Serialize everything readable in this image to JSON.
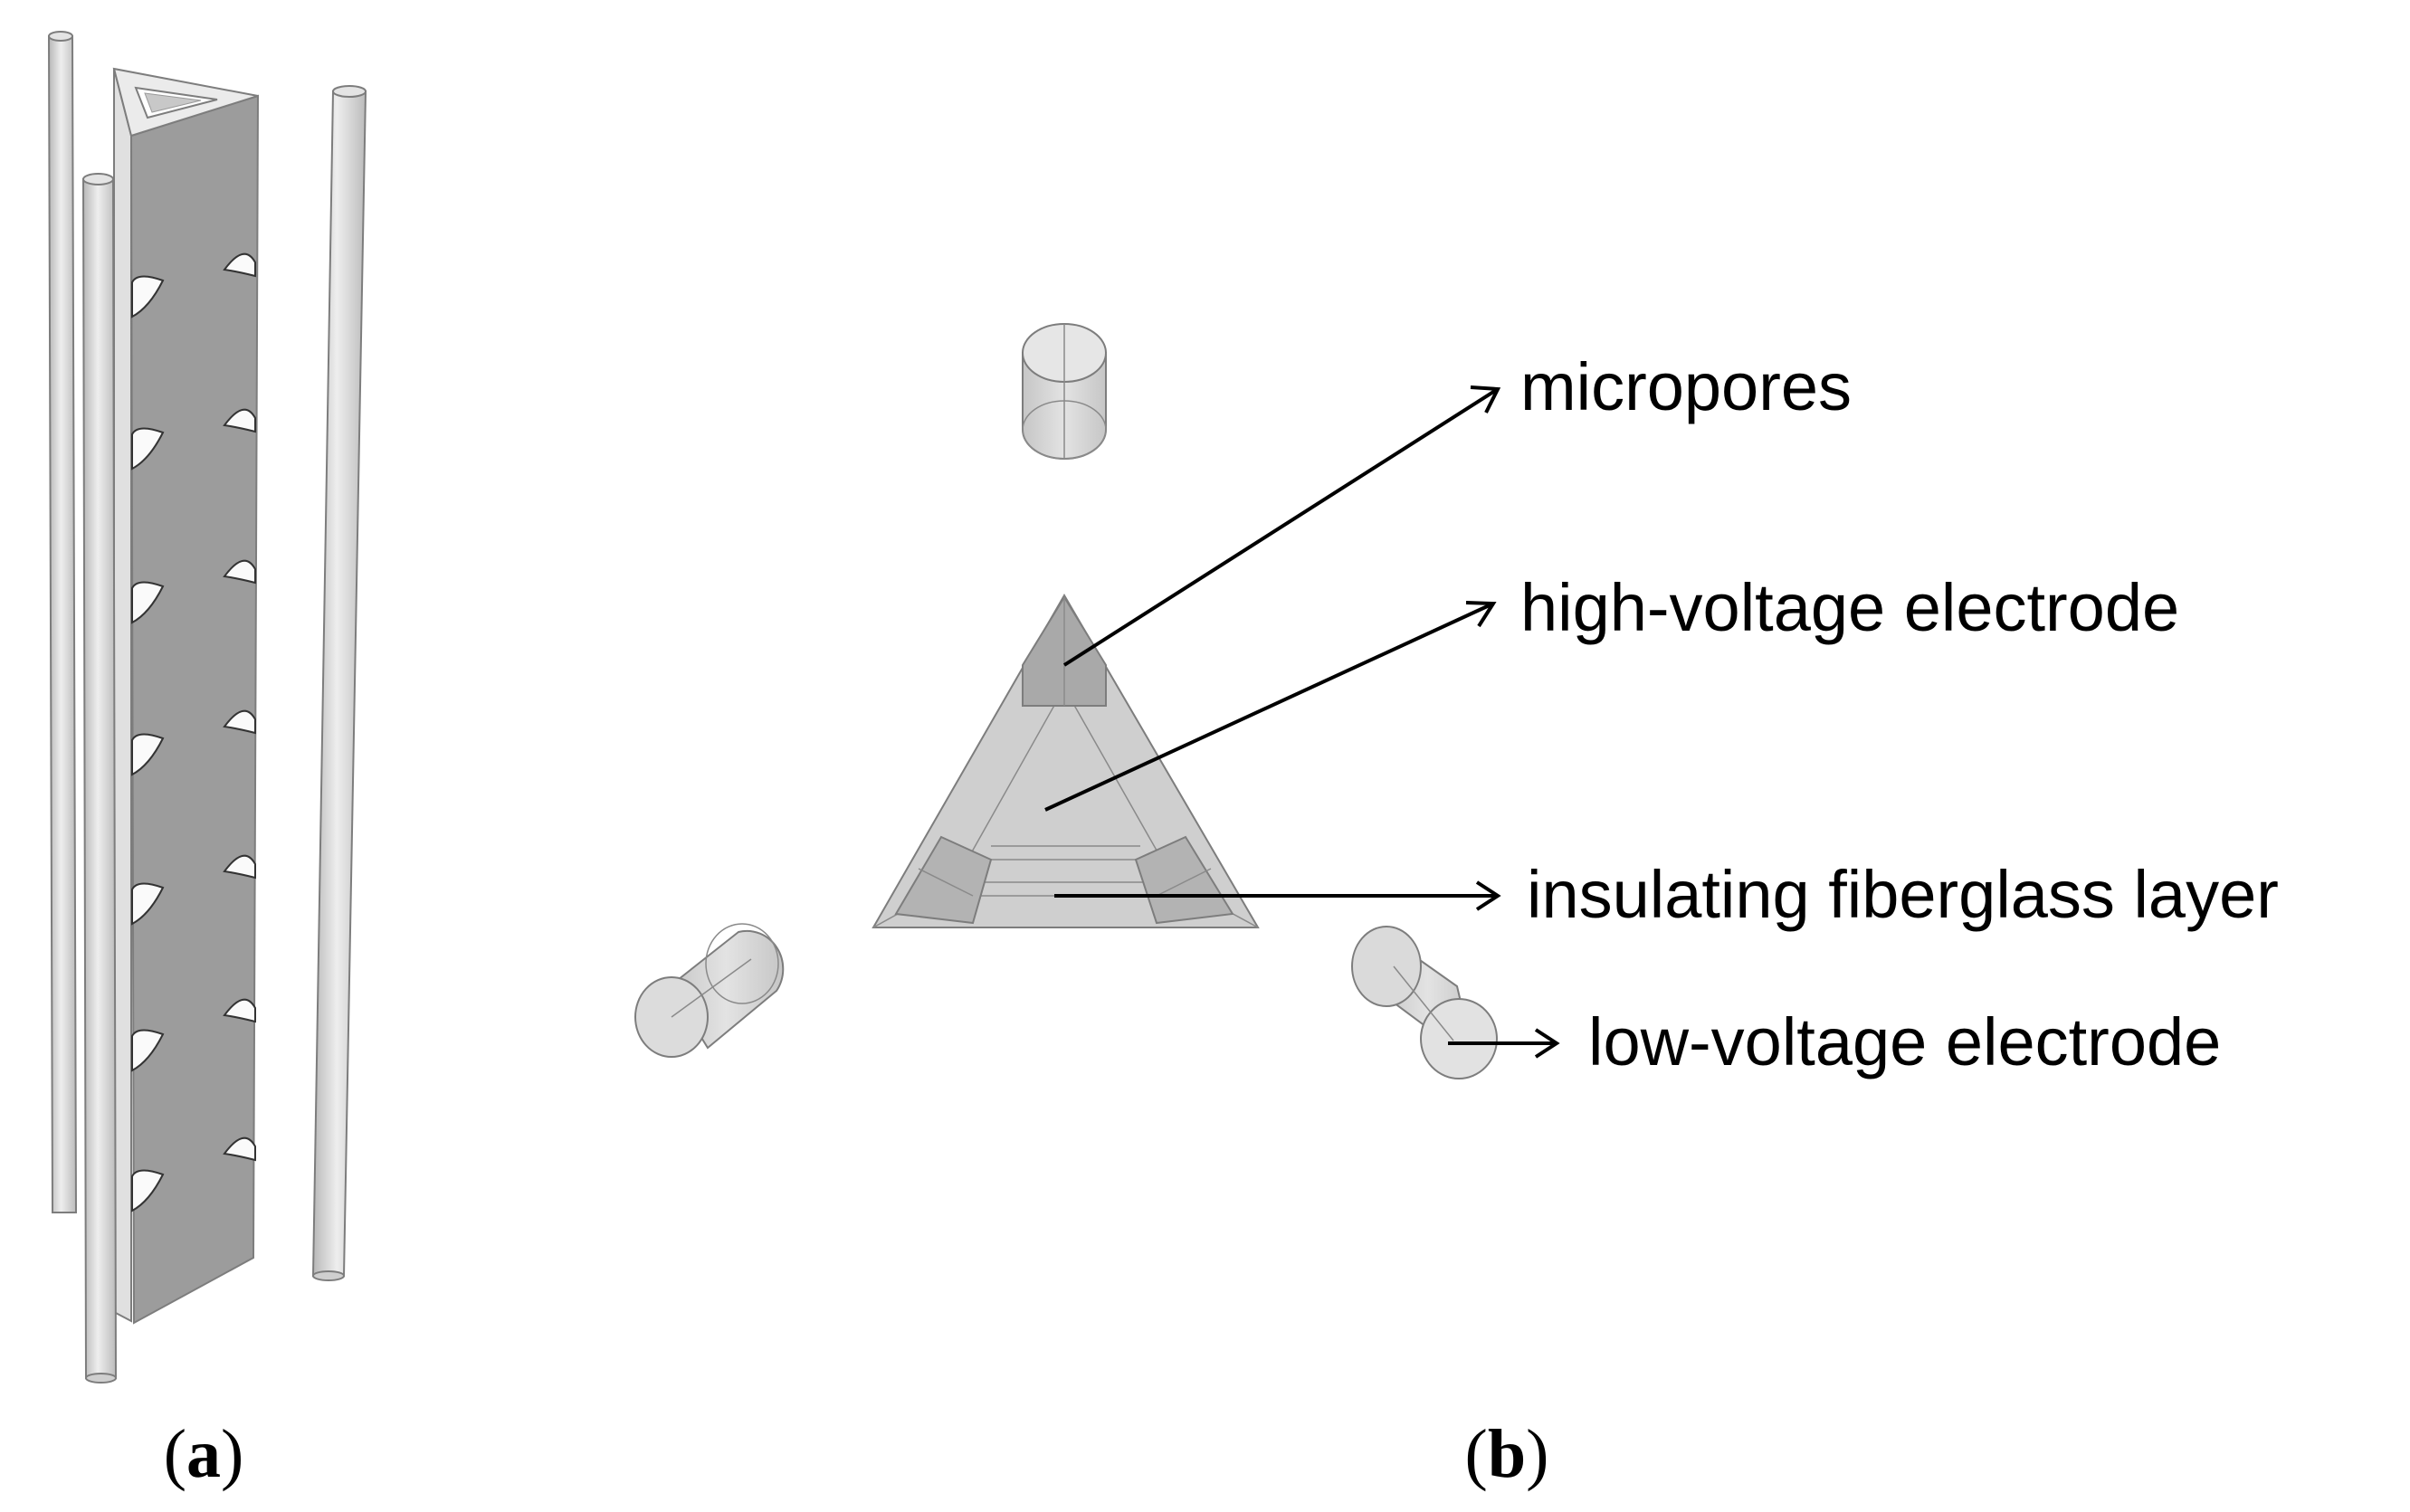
{
  "panels": {
    "a": {
      "caption_open": "(",
      "caption_letter": "a",
      "caption_close": ")"
    },
    "b": {
      "caption_open": "(",
      "caption_letter": "b",
      "caption_close": ")"
    }
  },
  "labels": {
    "micropores": "micropores",
    "high_voltage_electrode": "high-voltage electrode",
    "insulating_layer": "insulating fiberglass layer",
    "low_voltage_electrode": "low-voltage electrode"
  },
  "colors": {
    "electrode_fill": "#d4d4d4",
    "prism_face": "#9a9a9a",
    "outline": "#7d7d7d",
    "text": "#000000"
  }
}
